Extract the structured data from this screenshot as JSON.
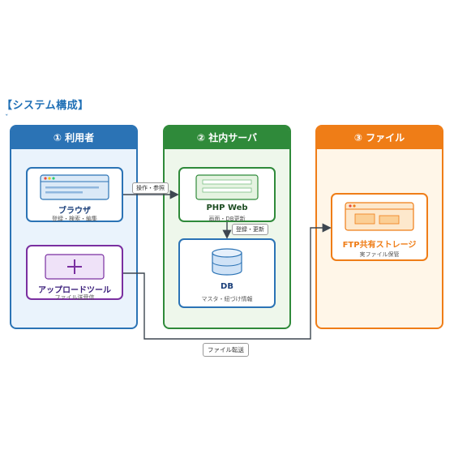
{
  "title": "【システム構成】",
  "marker": "ˇ",
  "columns": {
    "users": {
      "label": "① 利用者"
    },
    "server": {
      "label": "② 社内サーバ"
    },
    "files": {
      "label": "③ ファイル"
    }
  },
  "cards": {
    "browser": {
      "title": "ブラウザ",
      "sub": "登録・検索・編集"
    },
    "upload": {
      "title": "アップロードツール",
      "sub": "ファイル送受信"
    },
    "php": {
      "title": "PHP Web",
      "sub": "画面・DB更新"
    },
    "db": {
      "title": "DB",
      "sub": "マスタ・紐づけ情報"
    },
    "ftp": {
      "title": "FTP共有ストレージ",
      "sub": "実ファイル保管"
    }
  },
  "connectors": {
    "browser_to_php": "操作・参照",
    "php_to_db": "登録・更新",
    "upload_to_ftp": "ファイル転送"
  },
  "colors": {
    "users": "#2b73b5",
    "server": "#2f8a3a",
    "files": "#ef7d17",
    "upload": "#7a2fa0",
    "arrow": "#3d4650"
  }
}
